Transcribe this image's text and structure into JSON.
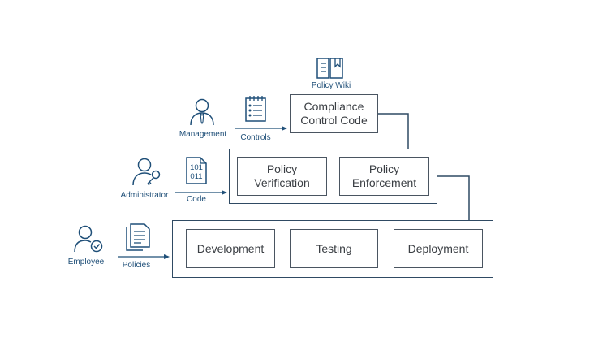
{
  "colors": {
    "accent": "#1f4f78",
    "box_border": "#2f4a63",
    "text": "#3b3f44"
  },
  "top_tier": {
    "wiki_label": "Policy Wiki",
    "box_label": "Compliance\nControl Code",
    "actor_label": "Management",
    "artifact_label": "Controls"
  },
  "middle_tier": {
    "box1": "Policy\nVerification",
    "box2": "Policy\nEnforcement",
    "actor_label": "Administrator",
    "artifact_label": "Code",
    "code_icon_text": "101\n011"
  },
  "bottom_tier": {
    "stages": [
      "Development",
      "Testing",
      "Deployment"
    ],
    "actor_label": "Employee",
    "artifact_label": "Policies"
  },
  "icons": [
    "book-icon",
    "manager-person-icon",
    "notepad-checklist-icon",
    "admin-person-key-icon",
    "binary-code-document-icon",
    "employee-person-check-icon",
    "policies-documents-icon"
  ]
}
